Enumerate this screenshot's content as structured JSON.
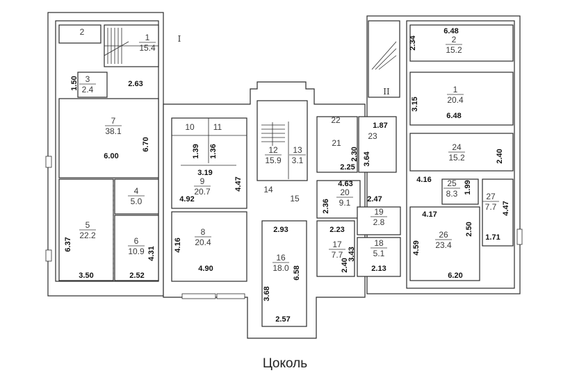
{
  "caption": "Цоколь",
  "rooms": [
    {
      "num": "1",
      "area": "15.4"
    },
    {
      "num": "2",
      "area": ""
    },
    {
      "num": "3",
      "area": "2.4"
    },
    {
      "num": "7",
      "area": "38.1"
    },
    {
      "num": "4",
      "area": "5.0"
    },
    {
      "num": "5",
      "area": "22.2"
    },
    {
      "num": "6",
      "area": "10.9"
    },
    {
      "num": "10",
      "area": ""
    },
    {
      "num": "11",
      "area": ""
    },
    {
      "num": "9",
      "area": "20.7"
    },
    {
      "num": "8",
      "area": "20.4"
    },
    {
      "num": "12",
      "area": "15.9"
    },
    {
      "num": "13",
      "area": "3.1"
    },
    {
      "num": "14",
      "area": ""
    },
    {
      "num": "15",
      "area": ""
    },
    {
      "num": "16",
      "area": "18.0"
    },
    {
      "num": "22",
      "area": ""
    },
    {
      "num": "23",
      "area": ""
    },
    {
      "num": "21",
      "area": ""
    },
    {
      "num": "20",
      "area": "9.1"
    },
    {
      "num": "19",
      "area": "2.8"
    },
    {
      "num": "17",
      "area": "7.7"
    },
    {
      "num": "18",
      "area": "5.1"
    },
    {
      "num": "2",
      "area": "15.2"
    },
    {
      "num": "1",
      "area": "20.4"
    },
    {
      "num": "24",
      "area": "15.2"
    },
    {
      "num": "25",
      "area": "8.3"
    },
    {
      "num": "27",
      "area": "7.7"
    },
    {
      "num": "26",
      "area": "23.4"
    }
  ],
  "dimensions": [
    "1.50",
    "2.63",
    "6.00",
    "6.70",
    "6.37",
    "4.31",
    "3.50",
    "2.52",
    "1.39",
    "1.36",
    "3.19",
    "4.47",
    "4.92",
    "4.16",
    "4.90",
    "2.93",
    "6.58",
    "3.68",
    "2.57",
    "1.87",
    "2.30",
    "2.25",
    "3.64",
    "4.63",
    "2.36",
    "2.47",
    "2.23",
    "3.43",
    "2.40",
    "2.13",
    "2.34",
    "6.48",
    "3.15",
    "6.48",
    "2.40",
    "4.16",
    "1.99",
    "4.47",
    "4.17",
    "2.50",
    "1.71",
    "4.59",
    "6.20"
  ],
  "markers": [
    "I",
    "II"
  ]
}
